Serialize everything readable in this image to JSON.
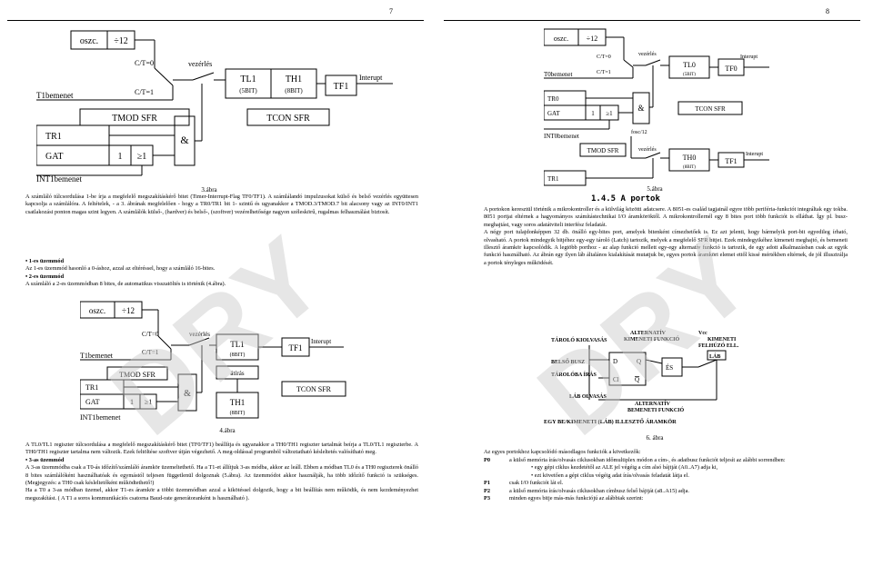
{
  "left_page": {
    "page_number": "7",
    "figure3": {
      "oszc": "oszc.",
      "div12": "÷12",
      "ct0": "C/T=0",
      "ct1": "C/T=1",
      "vezerles": "vezérlés",
      "tl1": "TL1",
      "tl1_sub": "(5BIT)",
      "th1": "TH1",
      "th1_sub": "(8BIT)",
      "tf1": "TF1",
      "interupt": "Interupt",
      "t1bemenet": "T1bemenet",
      "tmod": "TMOD SFR",
      "tcon": "TCON SFR",
      "tr1": "TR1",
      "gat": "GAT",
      "one": "1",
      "ge1": "≥1",
      "amp": "&",
      "int1": "INT1bemenet",
      "caption": "3.ábra"
    },
    "text1": "A számláló túlcsordulása 1-be írja a megfelelő megszakításkérő bitet (Timer-Interrupt-Flag TF0/TF1). A számlálandó impulzusokat külső és belső vezérlés együttesen kapcsolja a számlálóra. A feltételek, - a 3. ábrának megfelelően - hogy a TR0/TR1 bit 1- szintű és ugyanakkor a TMOD.3/TMOD.7 bit alacsony vagy az INT0/INT1 csatlakozási ponton magas szint legyen. A számlálók külső-, (hardver) és belső-, (szoftver) vezérelhetősége nagyon széleskörű, rugalmas felhasználást biztosít.",
    "mode1_title": "1-es üzemmód",
    "mode1_text": "Az 1-es üzemmód hasonló a 0-áshoz, azzal az eltéréssel, hogy a számláló 16-bites.",
    "mode2_title": "2-es üzemmód",
    "mode2_text": "A számláló a 2-es üzemmódban 8 bites, de automatikus visszatöltés is történik (4.ábra).",
    "figure4": {
      "oszc": "oszc.",
      "div12": "÷12",
      "ct0": "C/T=0",
      "ct1": "C/T=1",
      "vezerles": "vezérlés",
      "tl1": "TL1",
      "tl1_sub": "(8BIT)",
      "atiras": "átírás",
      "th1": "TH1",
      "th1_sub": "(8BIT)",
      "tf1": "TF1",
      "interupt": "Interupt",
      "t1bemenet": "T1bemenet",
      "tmod": "TMOD SFR",
      "tcon": "TCON SFR",
      "tr1": "TR1",
      "gat": "GAT",
      "one": "1",
      "ge1": "≥1",
      "amp": "&",
      "int1": "INT1bemenet",
      "caption": "4.ábra"
    },
    "text2": "A TL0/TL1 regiszter túlcsordulása a megfelelő megszakításkérő bitet (TF0/TF1) beállítja és ugyanakkor a TH0/TH1 regiszter tartalmát beírja a TL0/TL1 regiszterbe. A TH0/TH1 regiszter tartalma nem változik. Ezek feltöltése szoftver útján végezhető. A meg-oldással programból változtatható késleltetés valósítható meg.",
    "mode3_title": "3-as üzemmód",
    "mode3_text": "A 3-as üzemmódba csak a T0-ás időzítő/számláló áramkör üzemeltethető. Ha a T1-et állítjuk 3-as módba, akkor az leáll. Ebben a módban TL0 és a TH0 regiszterek önálló 8 bites számlálóként használhatóak és egymástól teljesen függetlenül dolgoznak (5.ábra). Az üzemmódot akkor használják, ha több időzítő funkció is szükséges. (Megjegyzés: a TH0 csak késleltetőként működtethető!)",
    "text3": "Ha a T0 a 3-as módban üzemel, akkor T1-es áramkör a többi üzemmódban azzal a kikötéssel dolgozik, hogy a bit beállítás nem működik, és nem kezdeményezhet megszakítást. ( A T1 a soros kommunikációs csatorna Baud-rate generátoranként is használható )."
  },
  "right_page": {
    "page_number": "8",
    "figure5": {
      "oszc": "oszc.",
      "div12": "÷12",
      "ct0": "C/T=0",
      "ct1": "C/T=1",
      "vezerles": "vezérlés",
      "tl0": "TL0",
      "tl0_sub": "(5BIT)",
      "tf0": "TF0",
      "interupt": "Interupt",
      "t0bemenet": "T0bemenet",
      "tr0": "TR0",
      "gat": "GAT",
      "one": "1",
      "ge1": "≥1",
      "amp": "&",
      "tcon": "TCON SFR",
      "int0": "INT0bemenet",
      "tmod": "TMOD SFR",
      "fosc": "fosc/12",
      "vezerles2": "vezérlés",
      "th0": "TH0",
      "th0_sub": "(8BIT)",
      "tf1": "TF1",
      "interupt2": "Interupt",
      "tr1": "TR1",
      "caption": "5.ábra"
    },
    "section_title": "1.4.5  A portok",
    "text1": "A portokon keresztül történik a mikrokontroller és a külvilág közötti adatcsere. A 8051-es család tagjainál egyre több periféria-funkciót integráltak egy tokba. 8051 portjai eltérnek a hagyományos számítástechnikai I/O áramköröktől. A mikrokontrollernél egy 8 bites port több funkciót is elláthat. Így pl. busz-meghajtást, vagy soros adatátviteli interfész feladatát.",
    "text2": "A négy port tulajdonképpen 32 db. önálló egy-bites port, amelyek bitenként címezhetőek is. Ez azt jelenti, hogy bármelyik port-bit egyedileg írható, olvasható. A portok mindegyik bitjéhez egy-egy tároló (Latch) tartozik, melyek a megfelelő SFR bitjei. Ezek mindegyikéhez kimeneti meghajtó, és bemeneti illesztő áramkör kapcsolódik. A legtöbb porthoz - az alap funkció mellett egy-egy alternatív funkció is tartozik, de egy adott alkalmazásban csak az egyik funkció használható. Az ábrán egy ilyen láb általános kialakítását mutatjuk be, egyes portok áramköri elemei ettől kissé mértékben eltérnek, de jól illusztrálja a portok tényleges működését.",
    "figure6": {
      "taroloolvasas": "TÁROLÓ KIOLVASÁS",
      "alternativ": "ALTERNATÍV",
      "kimenetifunkcio": "KIMENETI FUNKCIÓ",
      "vcc": "Vcc",
      "kimeneti": "KIMENETI",
      "felhuzo": "FELHÚZÓ ELL.",
      "lab": "LÁB",
      "belsobusz": "BELSŐ BUSZ",
      "d": "D",
      "q": "Q",
      "es": "ÉS",
      "taroloiras": "TÁROLÓBA ÍRÁS",
      "cl": "Cl",
      "qbar": "Q",
      "labolvasas": "LÁB OLVASÁS",
      "alternativ2": "ALTERNATÍV",
      "bemenetifunkcio": "BEMENETI FUNKCIÓ",
      "bottom": "EGY BE/KIMENETI (LÁB) ILLESZTŐ ÁRAMKÖR",
      "caption": "6. ábra"
    },
    "text3": "Az egyes portokhoz kapcsolódó másodlagos funkciók a következők:",
    "ports": [
      {
        "k": "P0",
        "v": "a külső memória írás/olvasás ciklusokban időmultiplex módon a cím-, és adatbusz funkciót teljesít az alábbi sorrendben:"
      },
      {
        "k": "",
        "v": "• egy gépi ciklus kezdetétől az ALE jel végéig a cím alsó bájtját (A0..A7) adja ki,"
      },
      {
        "k": "",
        "v": "• ezt követően a gépi ciklus végéig adat írás/olvasás feladatát látja el."
      },
      {
        "k": "P1",
        "v": "csak I/O funkciót lát el."
      },
      {
        "k": "P2",
        "v": "a külső memória írás/olvasás ciklusokban címbusz felső bájtját (a8..A15) adja."
      },
      {
        "k": "P3",
        "v": "minden egyes bitje más-más funkciójú az alábbiak szerint:"
      }
    ]
  },
  "watermark": "DRY"
}
